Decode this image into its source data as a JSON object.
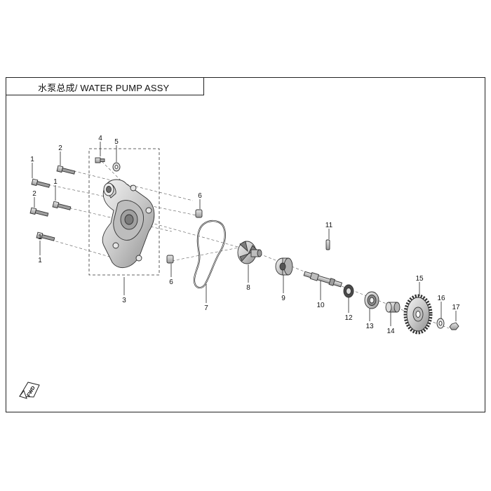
{
  "title": "水泵总成/ WATER PUMP ASSY",
  "callouts": [
    "1",
    "2",
    "4",
    "5",
    "1",
    "6",
    "2",
    "1",
    "1",
    "3",
    "6",
    "7",
    "8",
    "9",
    "10",
    "11",
    "12",
    "13",
    "14",
    "15",
    "16",
    "17"
  ],
  "front_marker": "FWD",
  "colors": {
    "line": "#222222",
    "part_fill": "#d9d9d9",
    "part_dark": "#8c8c8c",
    "background": "#ffffff"
  }
}
